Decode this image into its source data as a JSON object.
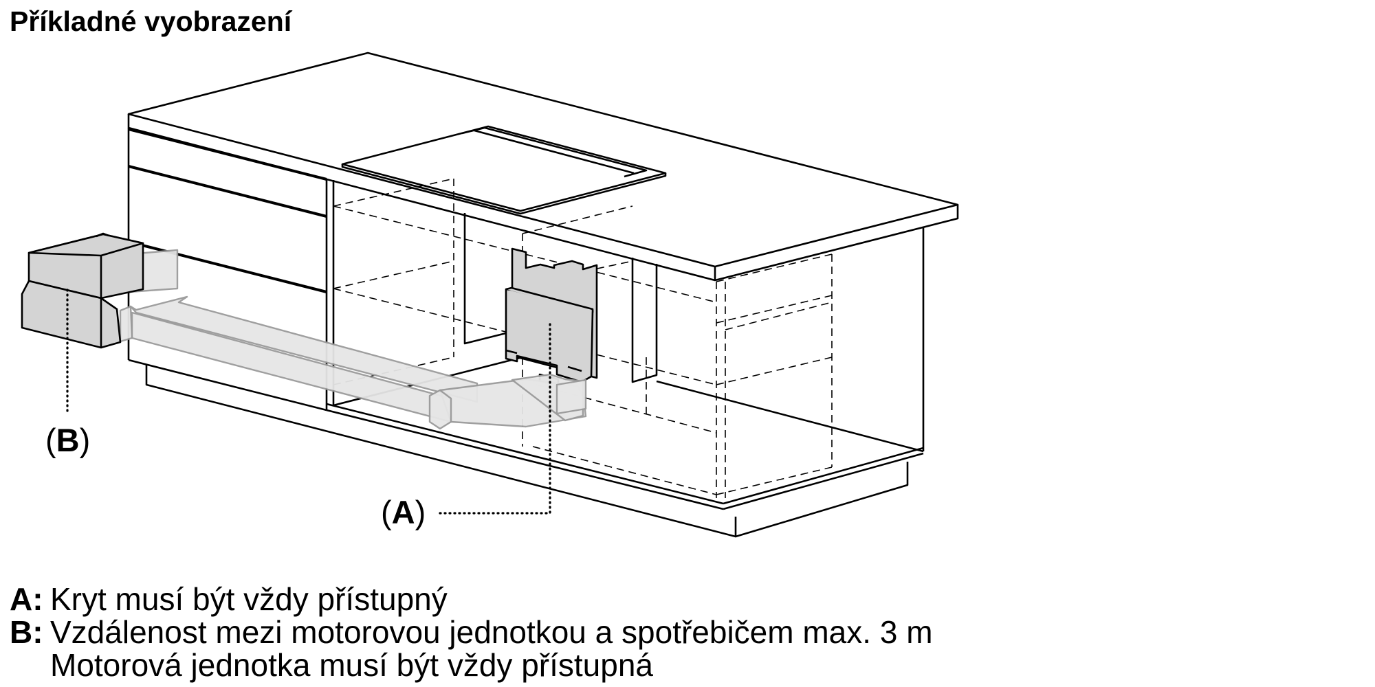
{
  "title": "Příkladné vyobrazení",
  "callouts": {
    "a": {
      "open": "(",
      "letter": "A",
      "close": ")"
    },
    "b": {
      "open": "(",
      "letter": "B",
      "close": ")"
    }
  },
  "legend": {
    "a": {
      "key": "A:",
      "lines": [
        "Kryt musí být vždy přístupný"
      ]
    },
    "b": {
      "key": "B:",
      "lines": [
        "Vzdálenost mezi motorovou jednotkou a spotřebičem max. 3 m",
        "Motorová jednotka musí být vždy přístupná"
      ]
    }
  },
  "colors": {
    "line": "#000000",
    "box_fill": "#d4d4d4",
    "duct_fill": "#e6e6e6",
    "duct_stroke": "#9a9a9a"
  }
}
